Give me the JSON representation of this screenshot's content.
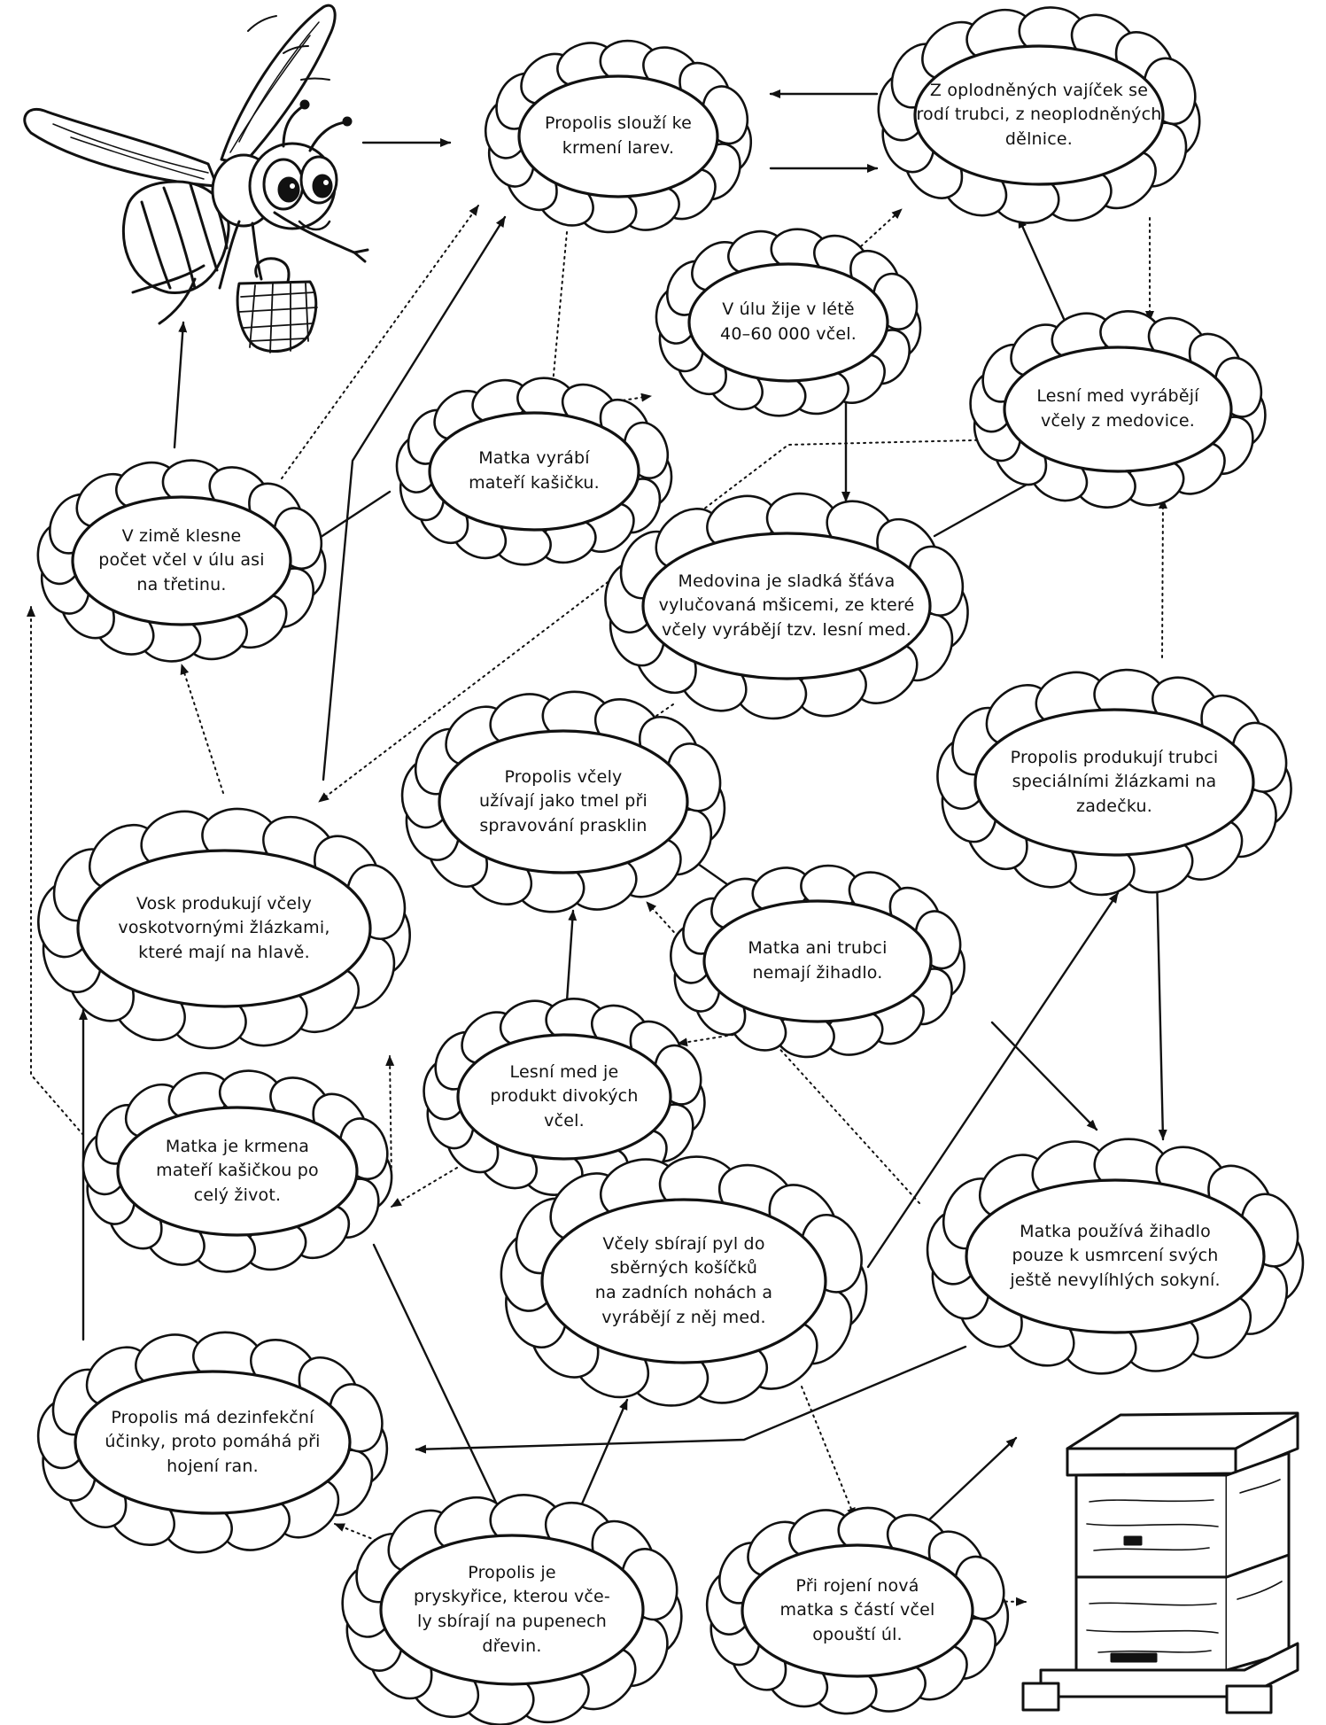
{
  "flowers": [
    {
      "id": "f-propolis-krmeni",
      "lines": [
        "Propolis slouží ke",
        "krmení larev."
      ]
    },
    {
      "id": "f-oplodnenych",
      "lines": [
        "Z oplodněných vajíček se",
        "rodí trubci, z neoplodněných",
        "dělnice."
      ]
    },
    {
      "id": "f-v-ulu",
      "lines": [
        "V úlu žije v létě",
        "40–60 000 včel."
      ]
    },
    {
      "id": "f-lesni-med-medovice",
      "lines": [
        "Lesní med vyrábějí",
        "včely z medovice."
      ]
    },
    {
      "id": "f-matka-kasicku",
      "lines": [
        "Matka vyrábí",
        "mateří kašičku."
      ]
    },
    {
      "id": "f-v-zime",
      "lines": [
        "V zimě klesne",
        "počet včel v úlu asi",
        "na třetinu."
      ]
    },
    {
      "id": "f-medovina",
      "lines": [
        "Medovina je sladká šťáva",
        "vylučovaná mšicemi, ze které",
        "včely vyrábějí tzv. lesní med."
      ]
    },
    {
      "id": "f-propolis-tmel",
      "lines": [
        "Propolis včely",
        "užívají jako tmel při",
        "spravování prasklin"
      ]
    },
    {
      "id": "f-propolis-trubci",
      "lines": [
        "Propolis produkují trubci",
        "speciálními žlázkami na",
        "zadečku."
      ]
    },
    {
      "id": "f-vosk",
      "lines": [
        "Vosk produkují včely",
        "voskotvornými žlázkami,",
        "které mají na hlavě."
      ]
    },
    {
      "id": "f-matka-trubci-zihadlo",
      "lines": [
        "Matka ani trubci",
        "nemají žihadlo."
      ]
    },
    {
      "id": "f-lesni-med-divokych",
      "lines": [
        "Lesní med je",
        "produkt divokých",
        "včel."
      ]
    },
    {
      "id": "f-matka-krmena",
      "lines": [
        "Matka je krmena",
        "mateří kašičkou po",
        "celý život."
      ]
    },
    {
      "id": "f-vcely-pyl",
      "lines": [
        "Včely sbírají pyl do",
        "sběrných košíčků",
        "na zadních nohách a",
        "vyrábějí z něj med."
      ]
    },
    {
      "id": "f-matka-zihadlo",
      "lines": [
        "Matka používá žihadlo",
        "pouze k usmrcení svých",
        "ještě nevylíhlých sokyní."
      ]
    },
    {
      "id": "f-propolis-dezinfekcni",
      "lines": [
        "Propolis má dezinfekční",
        "účinky, proto pomáhá při",
        "hojení ran."
      ]
    },
    {
      "id": "f-propolis-pryskyrice",
      "lines": [
        "Propolis je",
        "pryskyřice, kterou vče-",
        "ly sbírají na pupenech",
        "dřevin."
      ]
    },
    {
      "id": "f-pri-rojeni",
      "lines": [
        "Při rojení nová",
        "matka s částí včel",
        "opouští úl."
      ]
    }
  ],
  "pictures": {
    "bee": "bee-with-basket-illustration",
    "hive": "beehive-illustration"
  }
}
